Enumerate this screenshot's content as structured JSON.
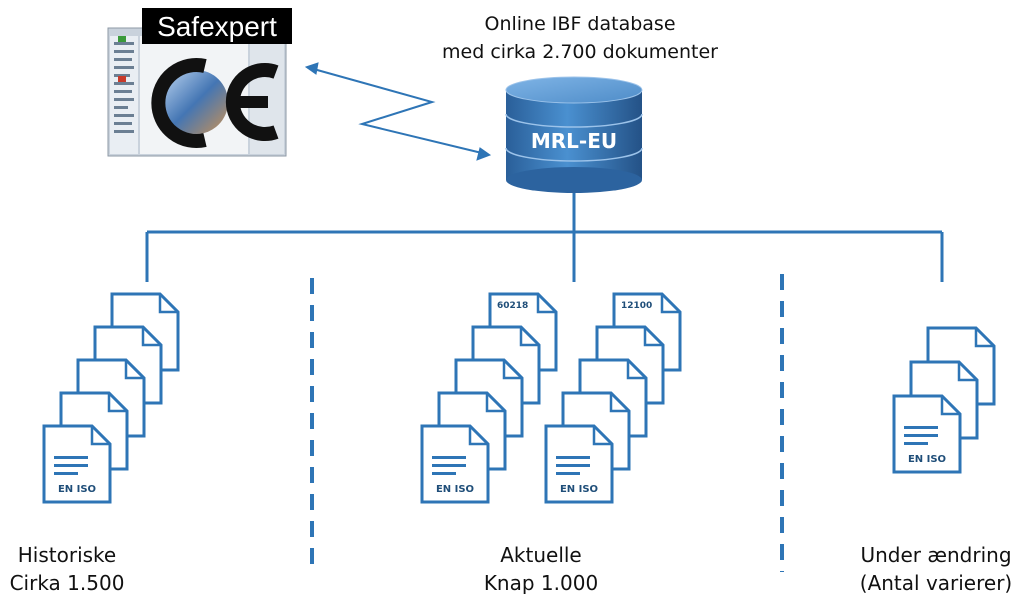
{
  "database": {
    "title_line1": "Online IBF database",
    "title_line2": "med cirka 2.700 dokumenter",
    "label": "MRL-EU",
    "color": "#3d7fbf"
  },
  "software": {
    "name": "Safexpert",
    "logo": "CE"
  },
  "document_label": "EN ISO",
  "groups": {
    "historiske": {
      "line1": "Historiske",
      "line2": "Cirka 1.500"
    },
    "aktuelle": {
      "line1": "Aktuelle",
      "line2": "Knap 1.000",
      "stack_labels": [
        "60218",
        "12100"
      ]
    },
    "under": {
      "line1": "Under ændring",
      "line2": "(Antal varierer)"
    }
  },
  "colors": {
    "line": "#2e75b6",
    "doc_border": "#2e75b6",
    "doc_fill": "#ffffff"
  }
}
